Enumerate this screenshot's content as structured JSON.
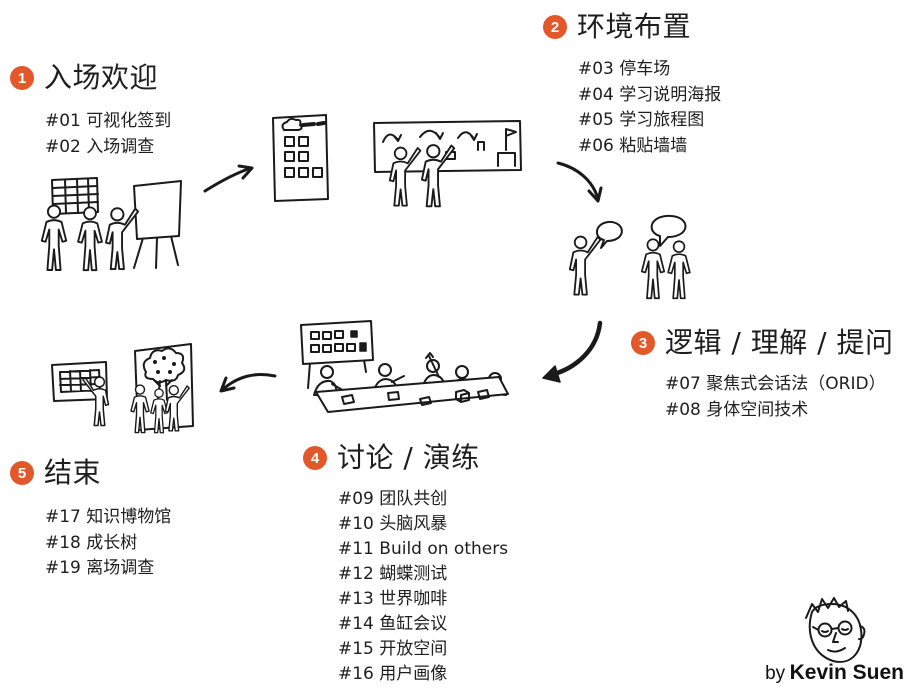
{
  "steps": [
    {
      "number": "1",
      "title": "入场欢迎",
      "items": [
        "#01 可视化签到",
        "#02 入场调查"
      ]
    },
    {
      "number": "2",
      "title": "环境布置",
      "items": [
        "#03 停车场",
        "#04 学习说明海报",
        "#05 学习旅程图",
        "#06 粘贴墙墙"
      ]
    },
    {
      "number": "3",
      "title": "逻辑 / 理解 / 提问",
      "items": [
        "#07 聚焦式会话法（ORID）",
        "#08 身体空间技术"
      ]
    },
    {
      "number": "4",
      "title": "讨论 / 演练",
      "items": [
        "#09 团队共创",
        "#10 头脑风暴",
        "#11 Build on others",
        "#12 蝴蝶测试",
        "#13 世界咖啡",
        "#14 鱼缸会议",
        "#15 开放空间",
        "#16 用户画像"
      ]
    },
    {
      "number": "5",
      "title": "结束",
      "items": [
        "#17 知识博物馆",
        "#18 成长树",
        "#19 离场调查"
      ]
    }
  ],
  "credit": {
    "prefix": "by",
    "author": "Kevin Suen"
  },
  "colors": {
    "accent": "#E2582A",
    "ink": "#1A1A1A",
    "text": "#1E1E1E"
  }
}
